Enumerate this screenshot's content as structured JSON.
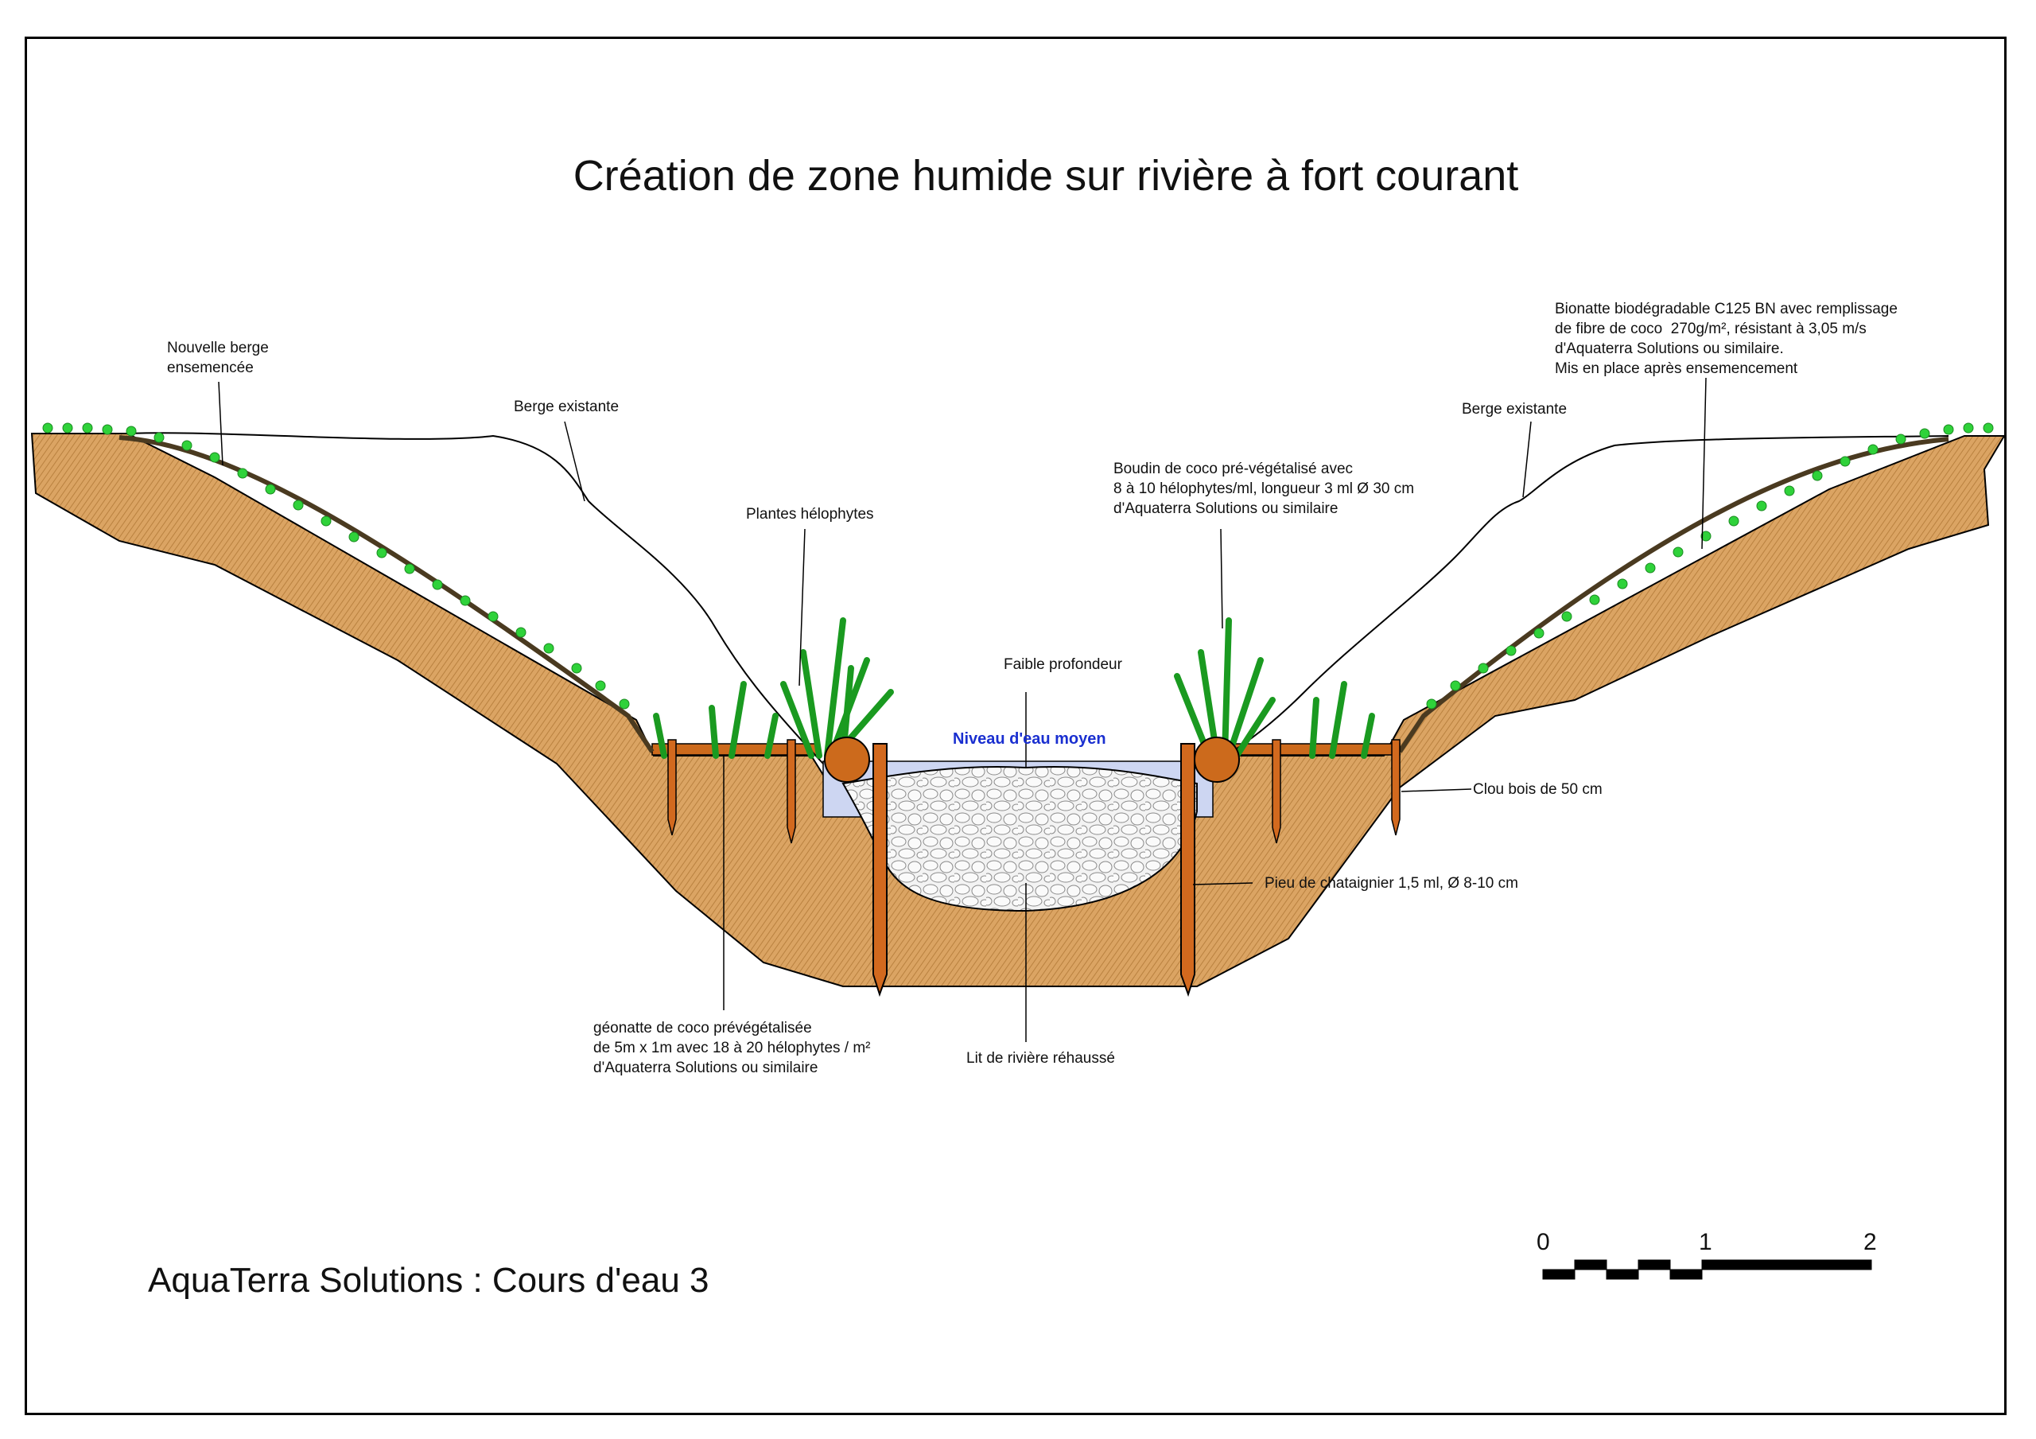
{
  "title": "Création de zone humide sur rivière à fort courant",
  "footer": "AquaTerra Solutions : Cours d'eau 3",
  "labels": {
    "nouvelle_berge": "Nouvelle berge\nensemencée",
    "berge_existante_left": "Berge existante",
    "berge_existante_right": "Berge existante",
    "plantes_helophytes": "Plantes hélophytes",
    "boudin_coco": "Boudin de coco pré-végétalisé avec\n8 à 10 hélophytes/ml, longueur 3 ml Ø 30 cm\nd'Aquaterra Solutions ou similaire",
    "bionatte": "Bionatte biodégradable C125 BN avec remplissage\nde fibre de coco  270g/m², résistant à 3,05 m/s\nd'Aquaterra Solutions ou similaire.\nMis en place après ensemencement",
    "faible_profondeur": "Faible profondeur",
    "niveau_eau": "Niveau d'eau moyen",
    "clou_bois": "Clou bois de 50 cm",
    "pieu": "Pieu de chataignier 1,5 ml, Ø 8-10 cm",
    "geonatte": "géonatte de coco prévégétalisée\nde 5m x 1m avec 18 à 20 hélophytes / m²\nd'Aquaterra Solutions ou similaire",
    "lit_riviere": "Lit de rivière réhaussé"
  },
  "scale": {
    "ticks": [
      "0",
      "1",
      "2"
    ]
  },
  "colors": {
    "soil": "#d9a05f",
    "soil_hatch": "#b47a3c",
    "grass": "#2fd23a",
    "water": "#cdd6f2",
    "wood": "#d2691e",
    "coco": "#cc6a1c",
    "water_label": "#1a2fd0"
  }
}
